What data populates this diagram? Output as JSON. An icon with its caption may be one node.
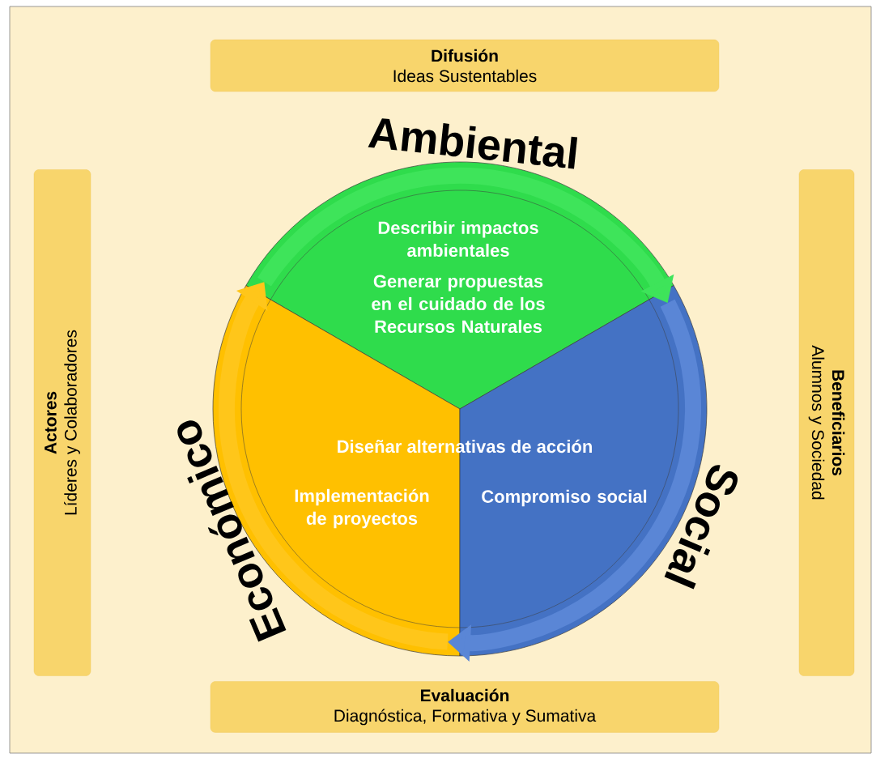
{
  "diagram": {
    "nodes": [
      {
        "text": [
          "Difusión",
          "Ideas Sustentables"
        ]
      },
      {
        "text": [
          "Actores",
          "Líderes y Colaboradores"
        ]
      },
      {
        "text": [
          "Beneficiarios",
          "Alumnos y Sociedad"
        ]
      },
      {
        "text": [
          "Evaluación",
          "Diagnóstica, Formativa y Sumativa"
        ]
      },
      {
        "text": [
          "Describir impactos ambientales",
          "Generar propuestas en el cuidado de los Recursos Naturales"
        ],
        "beside": [
          "Ambiental"
        ]
      },
      {
        "text": [
          "Implementación de proyectos"
        ],
        "beside": [
          "Económico"
        ]
      },
      {
        "text": [
          "Compromiso social"
        ],
        "beside": [
          "Social"
        ]
      }
    ],
    "edges": [
      {
        "from": 4,
        "to": 6,
        "arrow": "to",
        "color": "#3ee45a"
      },
      {
        "from": 6,
        "to": 5,
        "arrow": "to",
        "color": "#5a86d6"
      },
      {
        "from": 5,
        "to": 4,
        "arrow": "to",
        "color": "#ffc61a"
      }
    ],
    "labels": [
      "Diseñar alternativas de acción"
    ]
  }
}
